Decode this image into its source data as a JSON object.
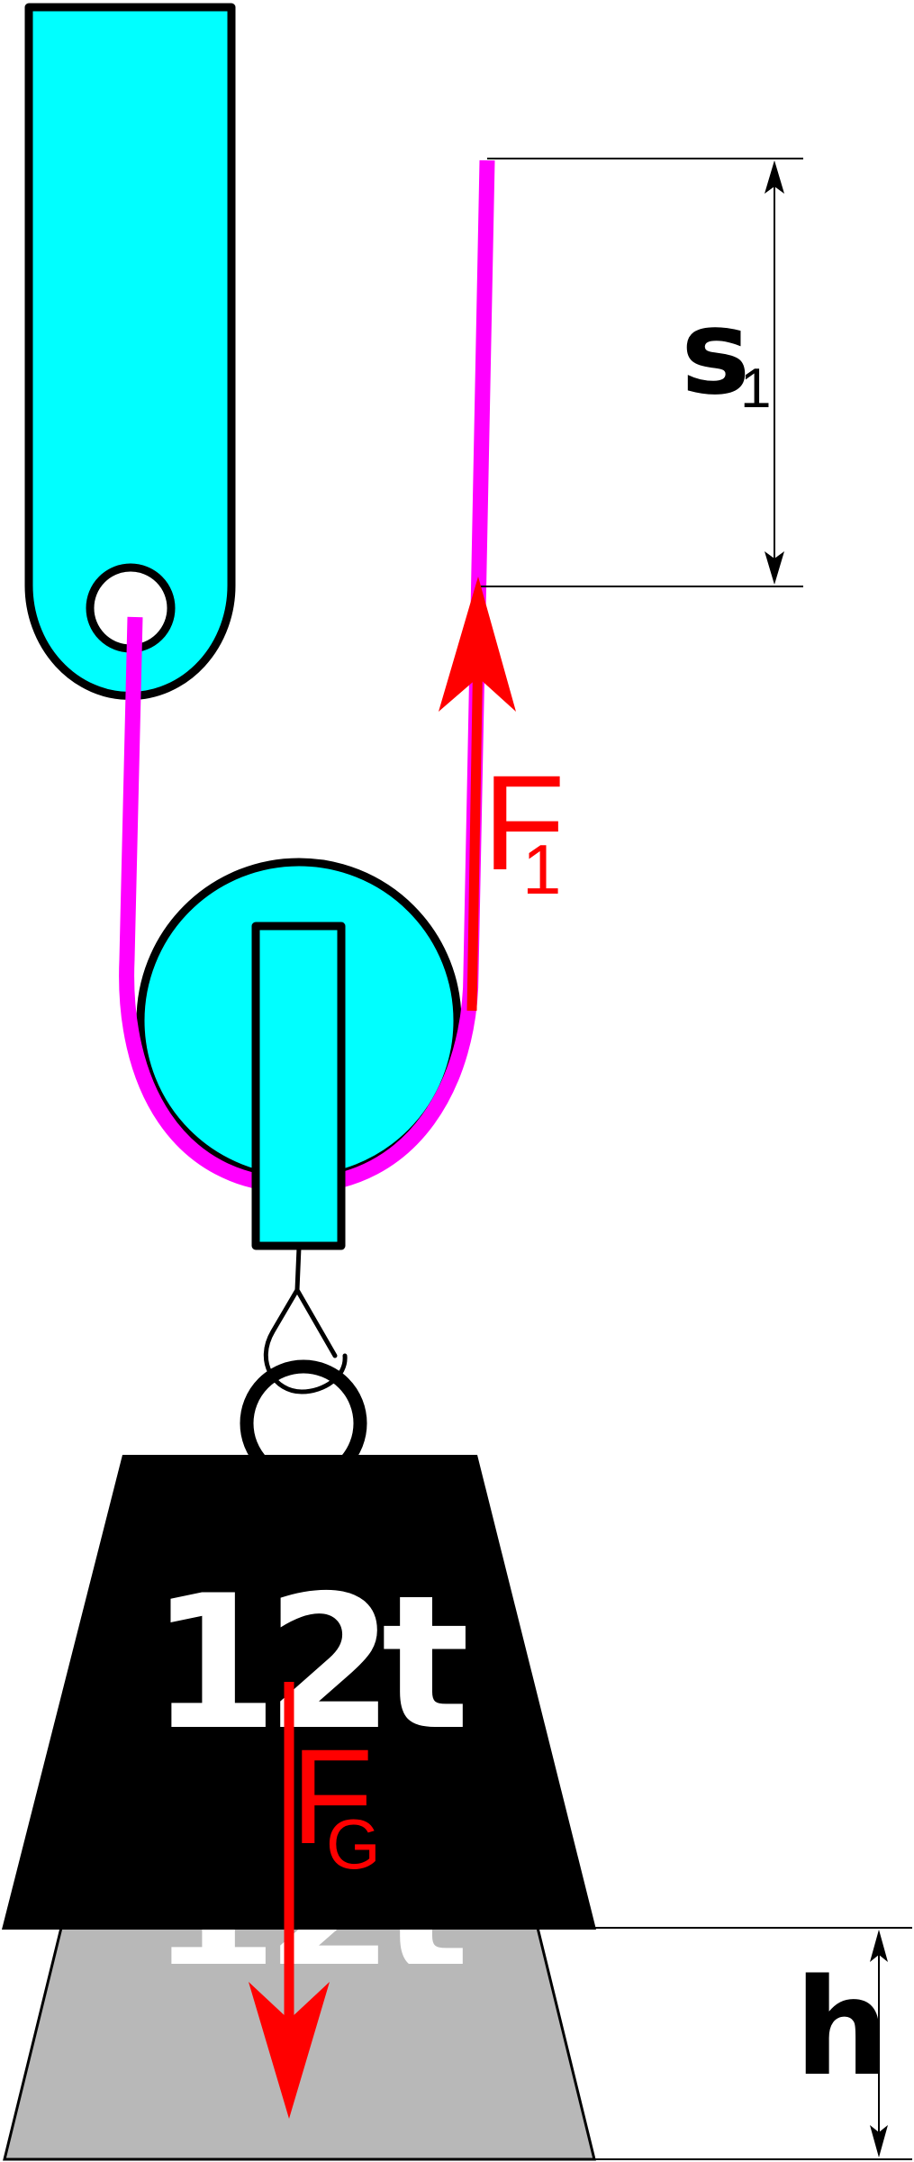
{
  "colors": {
    "pulley": "#00ffff",
    "rope": "#ff00ff",
    "force": "#ff0000",
    "weight": "#000000",
    "ghost_weight": "#b8b8b8",
    "outline": "#000000",
    "weight_text": "#ffffff"
  },
  "labels": {
    "displacement_main": "s",
    "displacement_sub": "1",
    "force1_main": "F",
    "force1_sub": "1",
    "gravity_main": "F",
    "gravity_sub": "G",
    "height": "h",
    "weight_mass": "12t",
    "ghost_mass": "12t"
  }
}
